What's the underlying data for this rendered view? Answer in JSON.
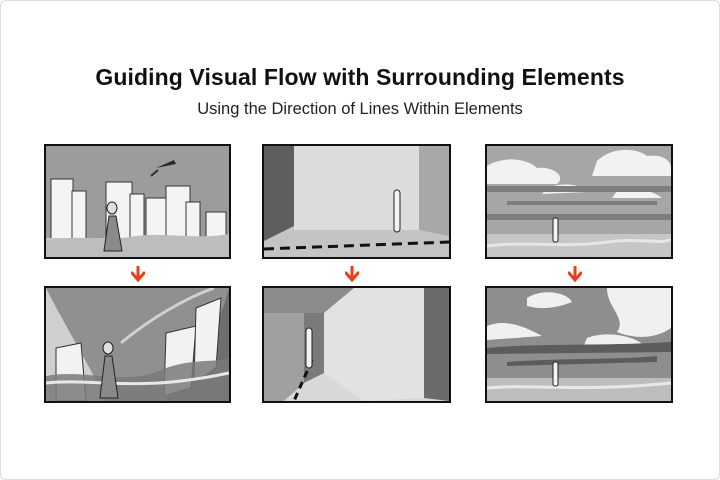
{
  "header": {
    "title": "Guiding Visual Flow with Surrounding Elements",
    "subtitle": "Using the Direction of Lines Within Elements"
  },
  "colors": {
    "arrow": "#e8401c",
    "panel_border": "#111111",
    "sky_gray": "#9a9a9a",
    "light_gray": "#d6d6d6"
  },
  "panels": [
    {
      "id": "city-before",
      "description_icon": "cityscape-sketch-icon"
    },
    {
      "id": "city-after",
      "description_icon": "fisheye-cityscape-sketch-icon"
    },
    {
      "id": "wall-before",
      "description_icon": "wall-corner-sketch-icon"
    },
    {
      "id": "wall-after",
      "description_icon": "corridor-sketch-icon"
    },
    {
      "id": "clouds-before",
      "description_icon": "cloud-horizon-sketch-icon"
    },
    {
      "id": "clouds-after",
      "description_icon": "dramatic-clouds-sketch-icon"
    }
  ]
}
